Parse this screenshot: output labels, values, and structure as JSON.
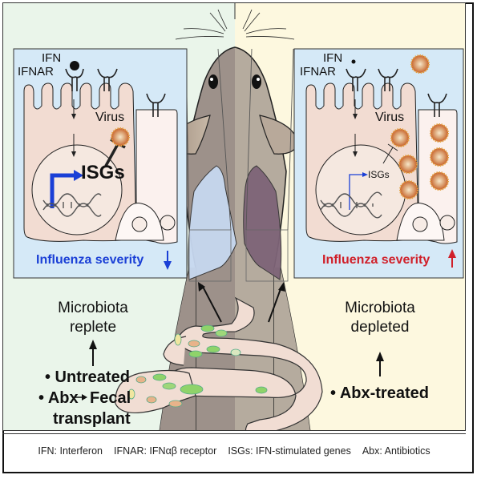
{
  "left_panel": {
    "ifn_label": "IFN",
    "ifnar_label": "IFNAR",
    "virus_label": "Virus",
    "isgs_label": "ISGs",
    "severity_label": "Influenza severity",
    "severity_direction": "down",
    "severity_color": "#1a3fd6",
    "condition_title_line1": "Microbiota",
    "condition_title_line2": "replete",
    "treatments": [
      "• Untreated",
      "• Abx",
      "Fecal",
      "transplant"
    ],
    "background_color": "#eaf5ea"
  },
  "right_panel": {
    "ifn_label": "IFN",
    "ifnar_label": "IFNAR",
    "virus_label": "Virus",
    "isgs_label": "ISGs",
    "severity_label": "Influenza severity",
    "severity_direction": "up",
    "severity_color": "#d0202a",
    "condition_title_line1": "Microbiota",
    "condition_title_line2": "depleted",
    "treatments": [
      "• Abx-treated"
    ],
    "background_color": "#fdf8df"
  },
  "legend": {
    "items": [
      "IFN: Interferon",
      "IFNAR: IFNαβ receptor",
      "ISGs: IFN-stimulated genes",
      "Abx: Antibiotics"
    ]
  }
}
